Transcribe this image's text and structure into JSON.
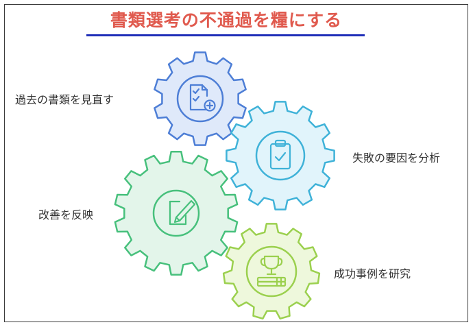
{
  "title": "書類選考の不通過を糧にする",
  "steps": [
    {
      "label": "過去の書類を見直す",
      "icon": "document-check-plus-icon",
      "fill": "#dfe9fa",
      "stroke": "#4d7ed6"
    },
    {
      "label": "失敗の要因を分析",
      "icon": "clipboard-check-icon",
      "fill": "#e1f4fb",
      "stroke": "#3fb2d8"
    },
    {
      "label": "改善を反映",
      "icon": "pen-on-paper-icon",
      "fill": "#e3f5ea",
      "stroke": "#47c07c"
    },
    {
      "label": "成功事例を研究",
      "icon": "trophy-icon",
      "fill": "#eef8dc",
      "stroke": "#9bd04e"
    }
  ]
}
